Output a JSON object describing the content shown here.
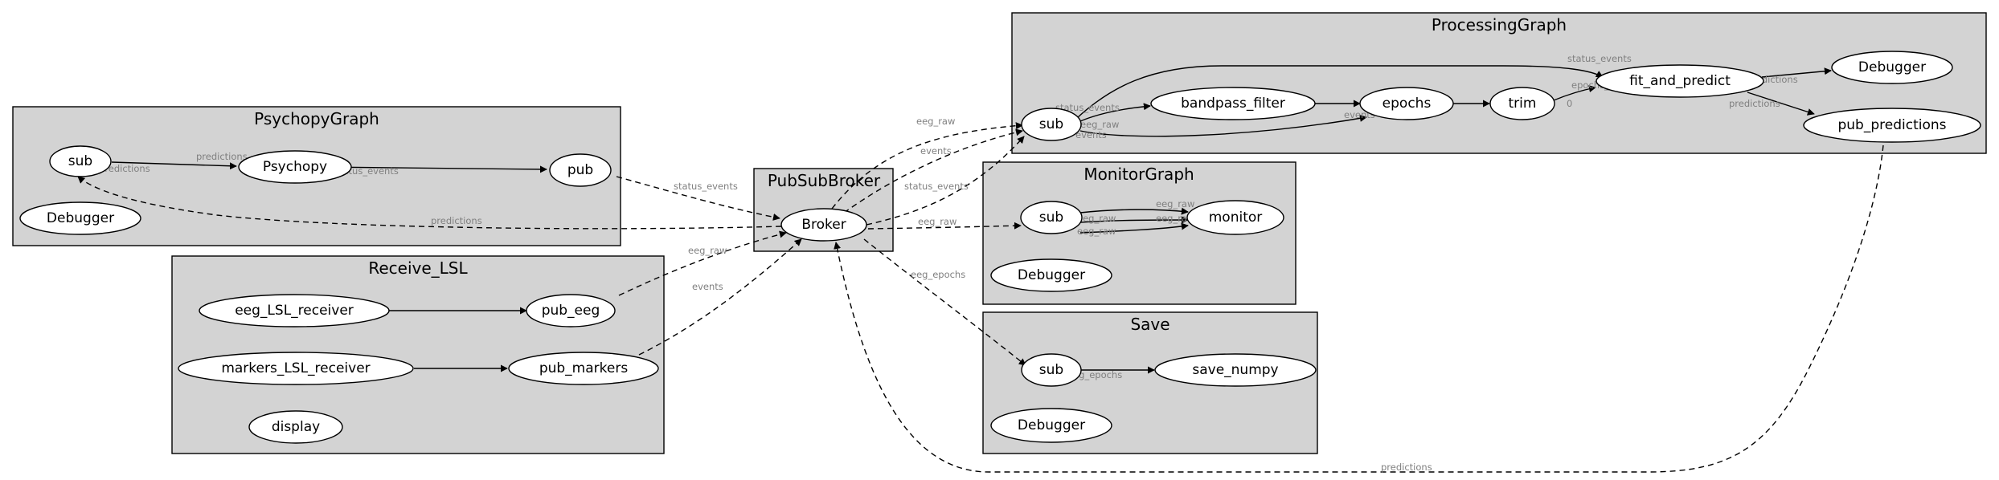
{
  "colors": {
    "cluster_fill": "#d3d3d3",
    "node_fill": "#ffffff",
    "stroke": "#000000",
    "edge_label": "#808080"
  },
  "clusters": {
    "psychopy": {
      "title": "PsychopyGraph"
    },
    "pubsub": {
      "title": "PubSubBroker"
    },
    "receive": {
      "title": "Receive_LSL"
    },
    "processing": {
      "title": "ProcessingGraph"
    },
    "monitor": {
      "title": "MonitorGraph"
    },
    "save": {
      "title": "Save"
    }
  },
  "nodes": {
    "psy_sub": "sub",
    "psy_psychopy": "Psychopy",
    "psy_pub": "pub",
    "psy_debugger": "Debugger",
    "broker": "Broker",
    "eeg_receiver": "eeg_LSL_receiver",
    "pub_eeg": "pub_eeg",
    "markers_receiver": "markers_LSL_receiver",
    "pub_markers": "pub_markers",
    "display": "display",
    "proc_sub": "sub",
    "bandpass": "bandpass_filter",
    "epochs": "epochs",
    "trim": "trim",
    "fit_predict": "fit_and_predict",
    "proc_debugger": "Debugger",
    "pub_predictions": "pub_predictions",
    "mon_sub": "sub",
    "monitor": "monitor",
    "mon_debugger": "Debugger",
    "save_sub": "sub",
    "save_numpy": "save_numpy",
    "save_debugger": "Debugger"
  },
  "edge_labels": {
    "predictions": "predictions",
    "status_events": "status_events",
    "eeg_raw": "eeg_raw",
    "events": "events",
    "eeg_epochs": "eeg_epochs",
    "epochs_in": "epochs_in",
    "zero": "0"
  }
}
